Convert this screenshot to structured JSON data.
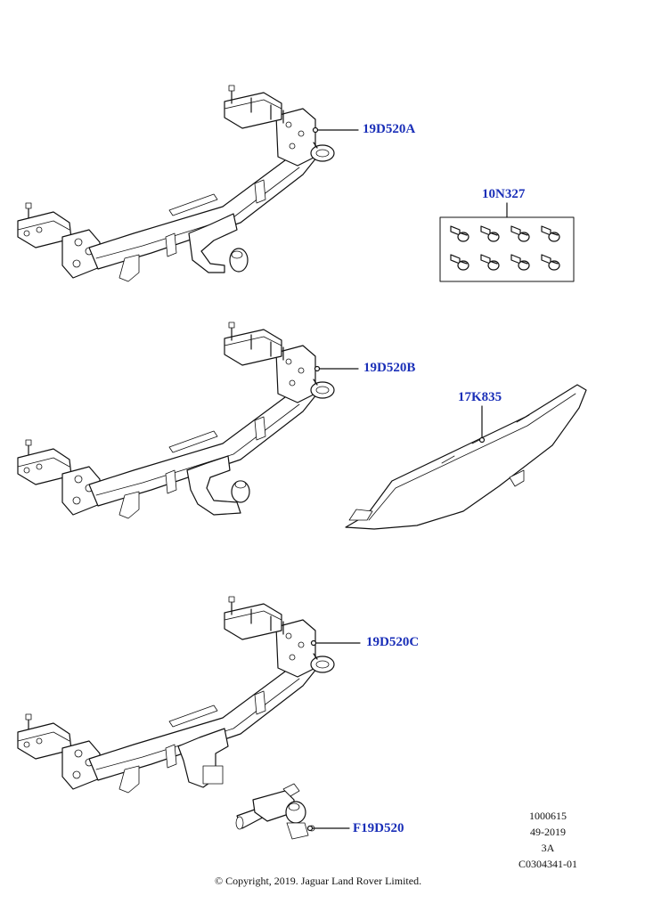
{
  "callouts": {
    "tow_bar_a": "19D520A",
    "bolt_kit": "10N327",
    "tow_bar_b": "19D520B",
    "bumper_cover": "17K835",
    "tow_bar_c": "19D520C",
    "tow_ball": "F19D520"
  },
  "reference": {
    "line1": "1000615",
    "line2": "49-2019",
    "line3": "3A",
    "line4": "C0304341-01"
  },
  "copyright": "© Copyright, 2019. Jaguar Land Rover Limited."
}
